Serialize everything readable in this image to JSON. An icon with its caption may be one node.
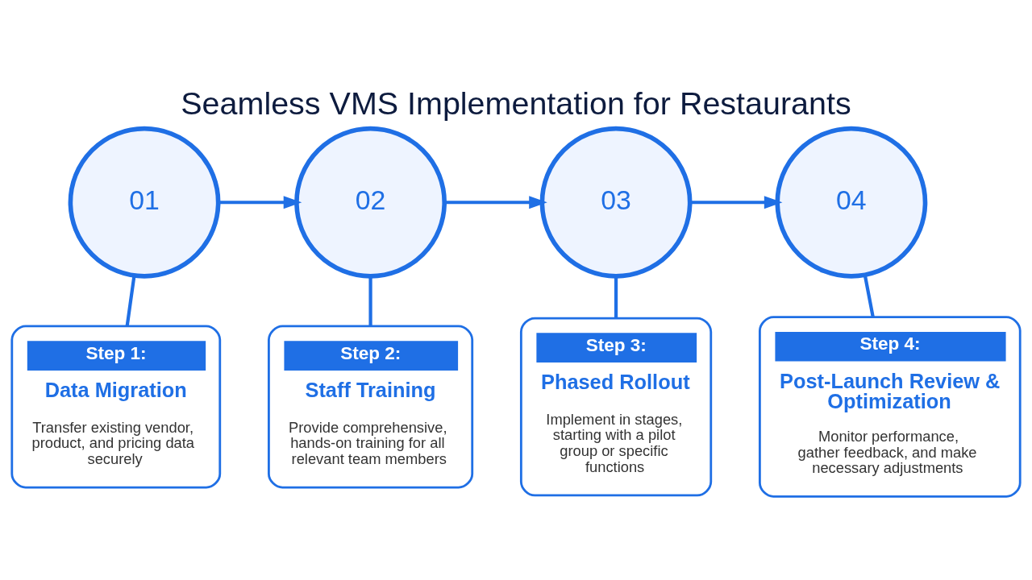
{
  "diagram": {
    "title": "Seamless VMS Implementation for Restaurants",
    "nodes": [
      {
        "text": [
          "01"
        ]
      },
      {
        "text": [
          "Step 1:",
          "Data Migration",
          "Transfer existing vendor, product, and pricing data securely"
        ]
      },
      {
        "text": [
          "02"
        ]
      },
      {
        "text": [
          "Step 2:",
          "Staff Training",
          "Provide comprehensive, hands-on training for all relevant team members"
        ]
      },
      {
        "text": [
          "03"
        ]
      },
      {
        "text": [
          "Step 3:",
          "Phased Rollout",
          "Implement in stages, starting with a pilot group or specific functions"
        ]
      },
      {
        "text": [
          "04"
        ]
      },
      {
        "text": [
          "Step 4:",
          "Post-Launch Review & Optimization",
          "Monitor performance, gather feedback, and make necessary adjustments"
        ]
      }
    ],
    "edges": [
      {
        "from": 0,
        "to": 1,
        "arrow": "none"
      },
      {
        "from": 0,
        "to": 2,
        "arrow": "to"
      },
      {
        "from": 2,
        "to": 3,
        "arrow": "none"
      },
      {
        "from": 2,
        "to": 4,
        "arrow": "to"
      },
      {
        "from": 4,
        "to": 5,
        "arrow": "none"
      },
      {
        "from": 4,
        "to": 6,
        "arrow": "to"
      },
      {
        "from": 6,
        "to": 7,
        "arrow": "none"
      }
    ]
  }
}
